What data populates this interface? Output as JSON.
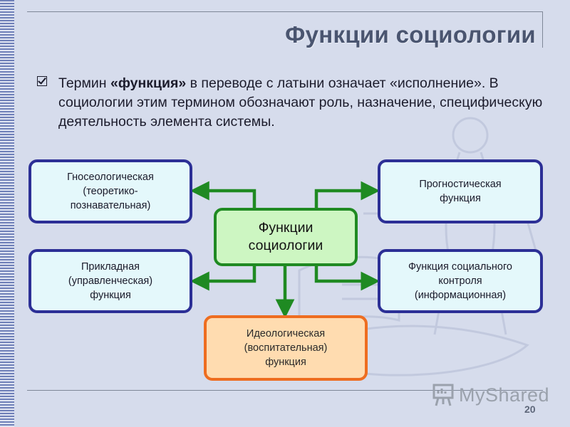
{
  "slide": {
    "title": "Функции социологии",
    "intro_prefix": "Термин ",
    "intro_term": "«функция»",
    "intro_suffix": " в переводе с латыни означает «исполнение». В социологии этим термином обозначают роль, назначение, специфическую деятельность элемента системы.",
    "page_number": "20"
  },
  "diagram": {
    "center": "Функции\nсоциологии",
    "top_left": "Гносеологическая\n(теоретико-\nпознавательная)",
    "mid_left": "Прикладная\n(управленческая)\nфункция",
    "top_right": "Прогностическая\nфункция",
    "mid_right": "Функция социального\nконтроля\n(информационная)",
    "bottom": "Идеологическая\n(воспитательная)\nфункция"
  },
  "logo": {
    "text": "MyShared",
    "icon": "presentation-board-icon"
  },
  "colors": {
    "side_border": "#2c2f96",
    "side_fill": "#e4f8fb",
    "center_border": "#1f8a22",
    "center_fill": "#cdf6c2",
    "bottom_border": "#ee6d20",
    "bottom_fill": "#ffdcb0",
    "arrow": "#1f8a22"
  }
}
